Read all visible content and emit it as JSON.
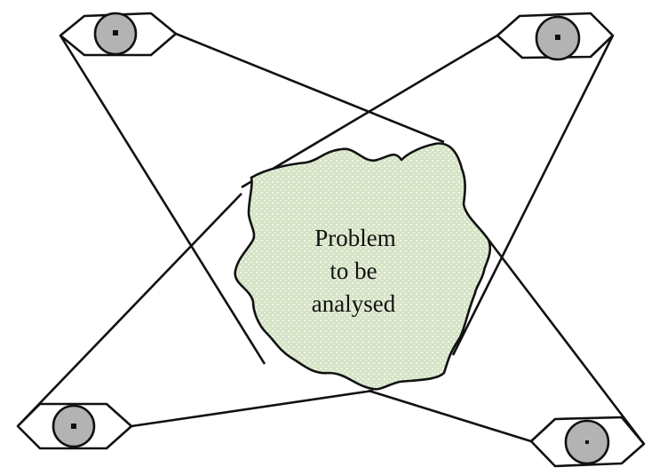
{
  "diagram": {
    "center_label_lines": [
      "Problem",
      "to be",
      "analysed"
    ],
    "observers": [
      {
        "name": "eye-top-left",
        "icon": "eye-icon"
      },
      {
        "name": "eye-top-right",
        "icon": "eye-icon"
      },
      {
        "name": "eye-bottom-left",
        "icon": "eye-icon"
      },
      {
        "name": "eye-bottom-right",
        "icon": "eye-icon"
      }
    ],
    "colors": {
      "line": "#111111",
      "iris": "#b3b3b3",
      "blob_fill": "#d6e3c6",
      "blob_dots": "#f2f7ec"
    }
  }
}
